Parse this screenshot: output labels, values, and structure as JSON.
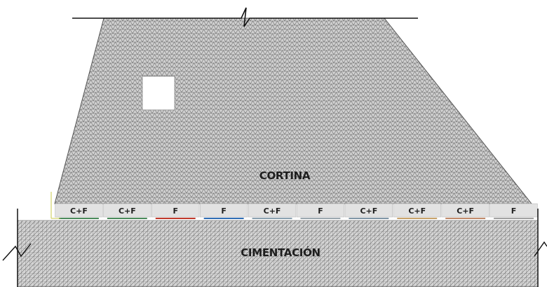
{
  "dam": {
    "label": "CORTINA",
    "mesh_color": "#7a7a7a",
    "fill_color": "#cfcfcf"
  },
  "foundation": {
    "label": "CIMENTACIÓN",
    "mesh_color": "#6f6f6f",
    "fill_color": "#d2d2d2"
  },
  "interface": {
    "segments": [
      "C+F",
      "C+F",
      "F",
      "F",
      "C+F",
      "F",
      "C+F",
      "C+F",
      "C+F",
      "F"
    ],
    "segment_color": "#e2e2e2",
    "accent_colors": [
      "#4a8a5a",
      "#4a8a5a",
      "#c0392b",
      "#2e6db4",
      "#8aa0b0",
      "#9aa6ae",
      "#7f95a5",
      "#c7a26a",
      "#c08a6a",
      "#a0a0a0"
    ]
  }
}
